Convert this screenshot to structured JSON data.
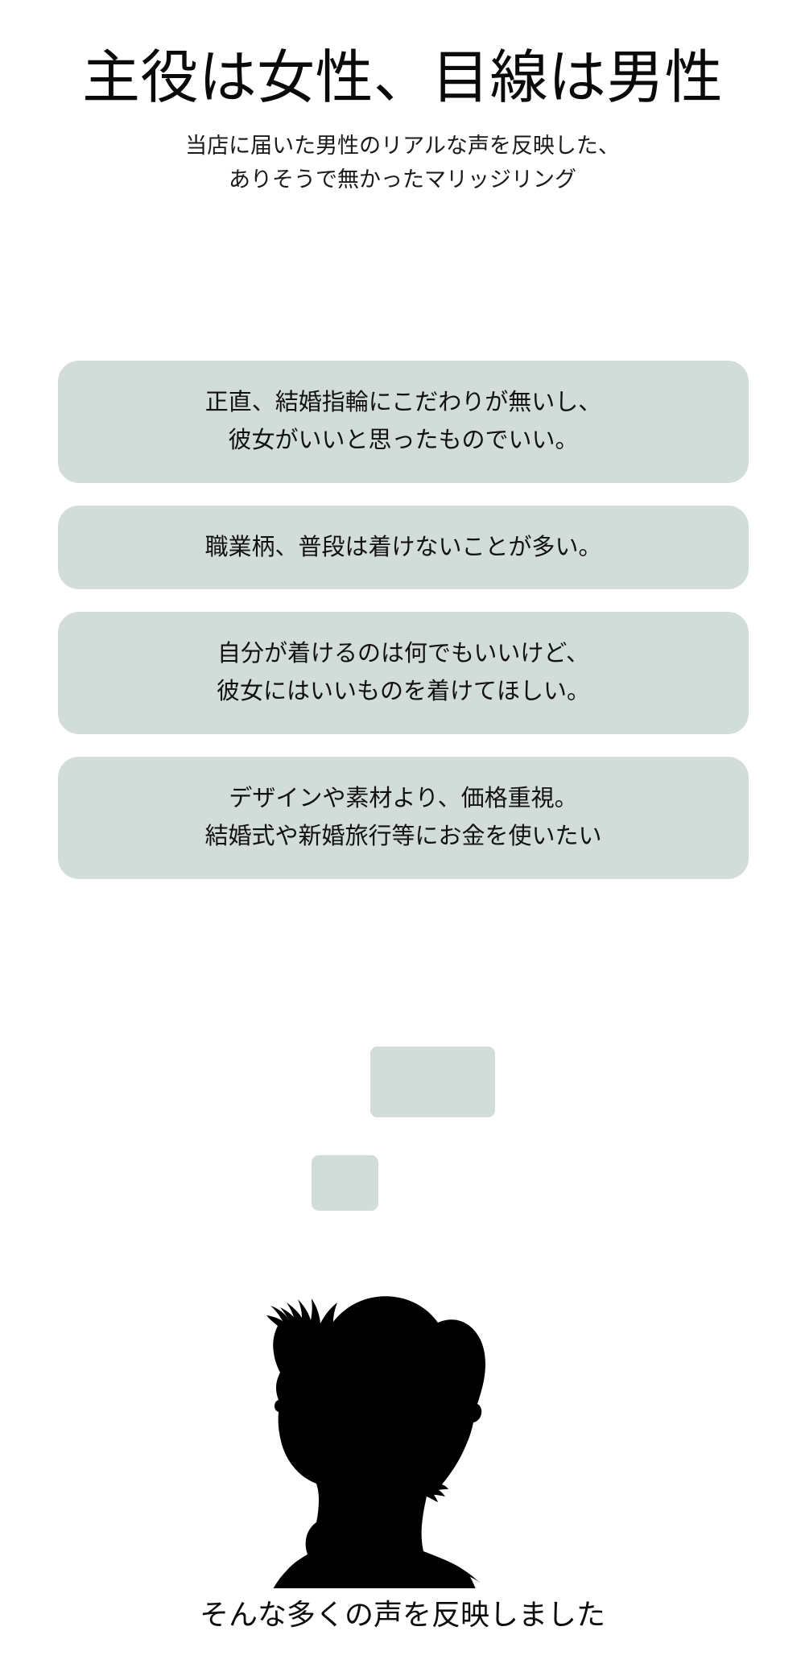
{
  "page": {
    "background_color": "#ffffff",
    "text_color": "#111111",
    "card_color": "#d2ddd9"
  },
  "header": {
    "title": "主役は女性、目線は男性",
    "subtitle_line1": "当店に届いた男性のリアルな声を反映した、",
    "subtitle_line2": "ありそうで無かったマリッジリング"
  },
  "quotes": [
    {
      "id": "quote-1",
      "line1": "正直、結婚指輪にこだわりが無いし、",
      "line2": "彼女がいいと思ったものでいい。"
    },
    {
      "id": "quote-2",
      "line1": "職業柄、普段は着けないことが多い。",
      "line2": ""
    },
    {
      "id": "quote-3",
      "line1": "自分が着けるのは何でもいいけど、",
      "line2": "彼女にはいいものを着けてほしい。"
    },
    {
      "id": "quote-4",
      "line1": "デザインや素材より、価格重視。",
      "line2": "結婚式や新婚旅行等にお金を使いたい"
    }
  ],
  "decoration": {
    "tail_large_label": "speech-tail-large",
    "tail_small_label": "speech-tail-small",
    "silhouette_label": "male-profile-silhouette",
    "silhouette_color": "#000000"
  },
  "footer": {
    "caption": "そんな多くの声を反映しました"
  }
}
